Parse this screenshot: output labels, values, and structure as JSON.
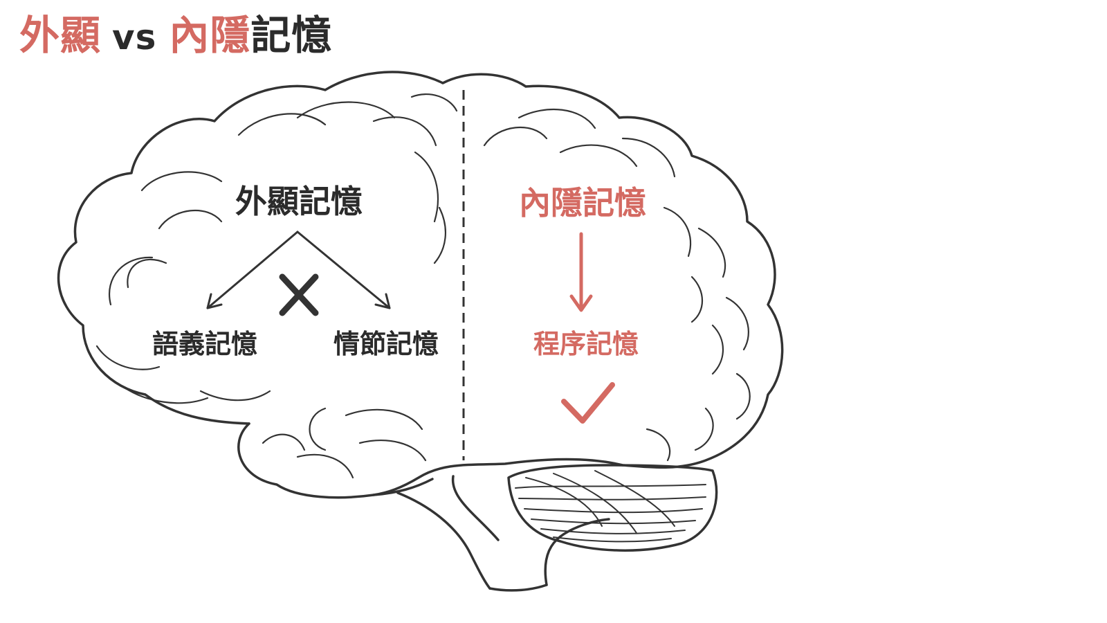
{
  "title": {
    "part1": "外顯",
    "vs": "vs",
    "part2": "內隱",
    "part3": "記憶"
  },
  "explicit": {
    "heading": "外顯記憶",
    "branch_left": "語義記憶",
    "branch_right": "情節記憶",
    "mark": "cross"
  },
  "implicit": {
    "heading": "內隱記憶",
    "child": "程序記憶",
    "mark": "check"
  },
  "colors": {
    "accent": "#d46a62",
    "dark": "#2b2b2b",
    "outline": "#333333"
  },
  "icons": [
    "brain-outline",
    "cross-icon",
    "check-icon",
    "arrow-down-icon"
  ]
}
